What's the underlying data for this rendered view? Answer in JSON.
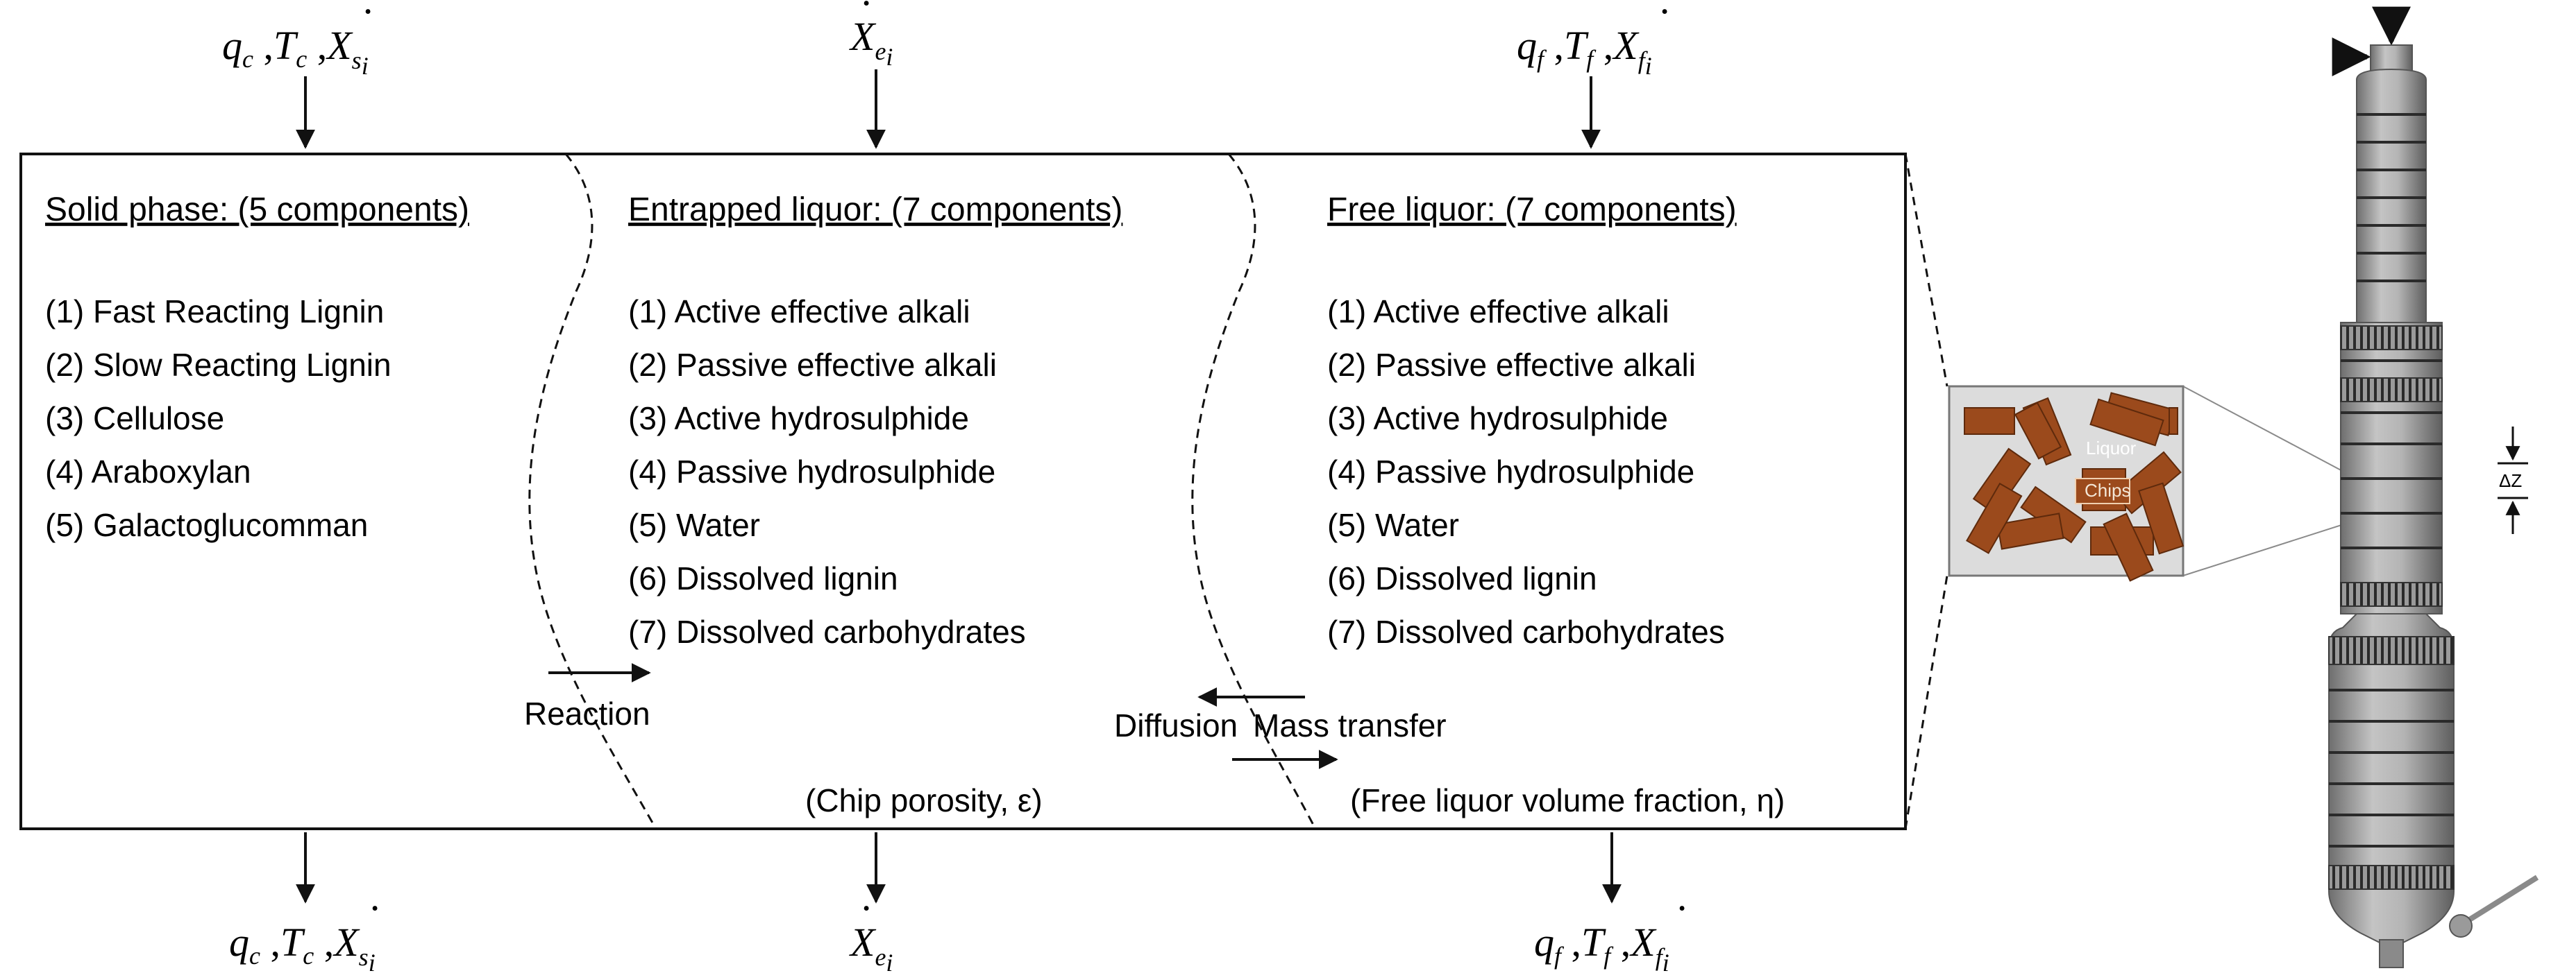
{
  "flows": {
    "top_left": {
      "q": "q",
      "q_sub": "c",
      "t": "T",
      "t_sub": "c",
      "x": "X",
      "x_sub": "s",
      "x_subsub": "i"
    },
    "top_mid": {
      "x": "X",
      "x_sub": "e",
      "x_subsub": "i"
    },
    "top_right": {
      "q": "q",
      "q_sub": "f",
      "t": "T",
      "t_sub": "f",
      "x": "X",
      "x_sub": "f",
      "x_subsub": "i"
    },
    "bot_left": {
      "q": "q",
      "q_sub": "c",
      "t": "T",
      "t_sub": "c",
      "x": "X",
      "x_sub": "s",
      "x_subsub": "i"
    },
    "bot_mid": {
      "x": "X",
      "x_sub": "e",
      "x_subsub": "i"
    },
    "bot_right": {
      "q": "q",
      "q_sub": "f",
      "t": "T",
      "t_sub": "f",
      "x": "X",
      "x_sub": "f",
      "x_subsub": "i"
    }
  },
  "solid": {
    "heading": "Solid phase: (5 components)",
    "items": [
      "(1) Fast Reacting Lignin",
      "(2) Slow Reacting Lignin",
      "(3) Cellulose",
      "(4) Araboxylan",
      "(5) Galactoglucomman"
    ]
  },
  "entrapped": {
    "heading": "Entrapped liquor: (7 components)",
    "items": [
      "(1) Active effective alkali",
      "(2) Passive effective alkali",
      "(3) Active hydrosulphide",
      "(4) Passive hydrosulphide",
      "(5) Water",
      "(6) Dissolved lignin",
      "(7) Dissolved carbohydrates"
    ],
    "porosity": "(Chip porosity, ε)"
  },
  "free": {
    "heading": "Free liquor: (7 components)",
    "items": [
      "(1) Active effective alkali",
      "(2) Passive effective alkali",
      "(3) Active hydrosulphide",
      "(4) Passive hydrosulphide",
      "(5) Water",
      "(6) Dissolved lignin",
      "(7) Dissolved carbohydrates"
    ],
    "fraction": "(Free liquor volume fraction, η)"
  },
  "reaction_label": "Reaction",
  "diffusion_label": "Diffusion",
  "mass_transfer_label": "Mass transfer",
  "zoom": {
    "liquor_label": "Liquor",
    "chips_label": "Chips",
    "dz_label": "ΔZ"
  },
  "colors": {
    "chip": "#9b4a1c",
    "zoom_bg": "#dcdcdc",
    "digester_fill": "#a9a9a9",
    "digester_stroke": "#555555"
  }
}
